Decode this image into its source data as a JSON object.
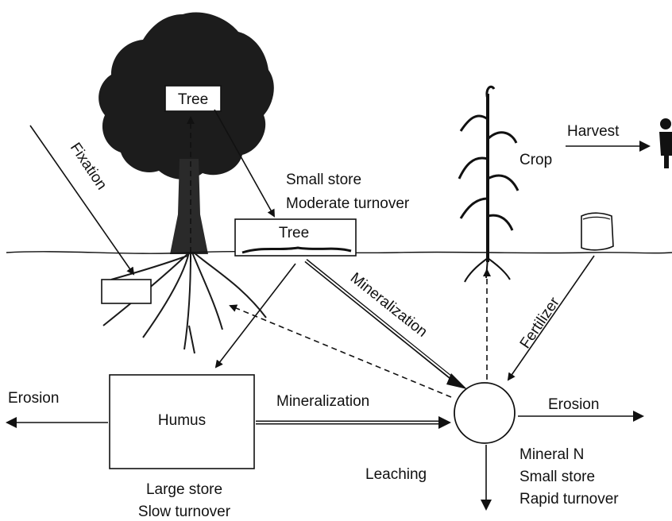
{
  "labels": {
    "tree_top": "Tree",
    "tree_litter": "Tree",
    "small_store": "Small store",
    "moderate_turnover": "Moderate turnover",
    "fixation": "Fixation",
    "mineralization_diag": "Mineralization",
    "mineralization_horiz": "Mineralization",
    "crop": "Crop",
    "harvest": "Harvest",
    "fertilizer": "Fertilizer",
    "erosion_left": "Erosion",
    "erosion_right": "Erosion",
    "humus": "Humus",
    "large_store": "Large store",
    "slow_turnover": "Slow turnover",
    "leaching": "Leaching",
    "mineral_n": "Mineral N",
    "mineral_small_store": "Small store",
    "rapid_turnover": "Rapid turnover"
  },
  "icons": {
    "person": "person-icon",
    "fertilizer_bag": "fertilizer-bag-icon",
    "tree": "tree-illustration",
    "crop": "maize-plant-illustration"
  }
}
